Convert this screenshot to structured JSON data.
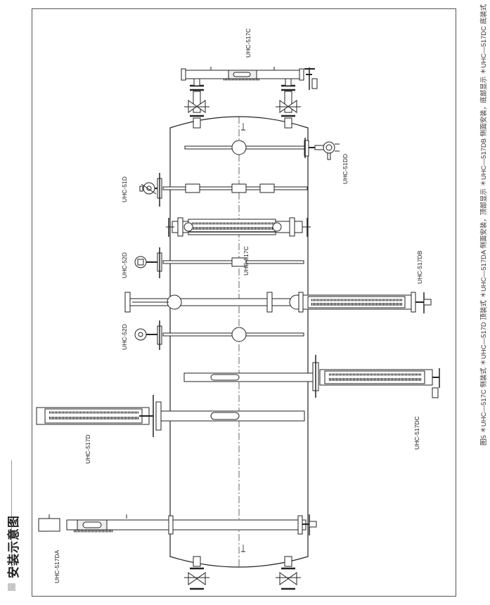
{
  "section_title": "安装示意图",
  "figure_caption": "图5 ＊UHC—517C 侧装式 ＊UHC—517D 顶装式 ＊UHC—517DA 侧面安装，顶部显示 ＊UHC—517DB 侧面安装，底部显示 ＊UHC—517DC 底装式",
  "labels": {
    "uhc_517c_top": "UHC-517C",
    "uhc_517c_mid": "UHC-517C",
    "uhc_51d": "UHC-51D",
    "uhc_51dd": "UHC-51DD",
    "uhc_52d_upper": "UHC-52D",
    "uhc_52d_lower": "UHC-52D",
    "uhc_517db": "UHC-517DB",
    "uhc_517dc": "UHC-517DC",
    "uhc_517d": "UHC-517D",
    "uhc_517da": "UHC-517DA"
  }
}
